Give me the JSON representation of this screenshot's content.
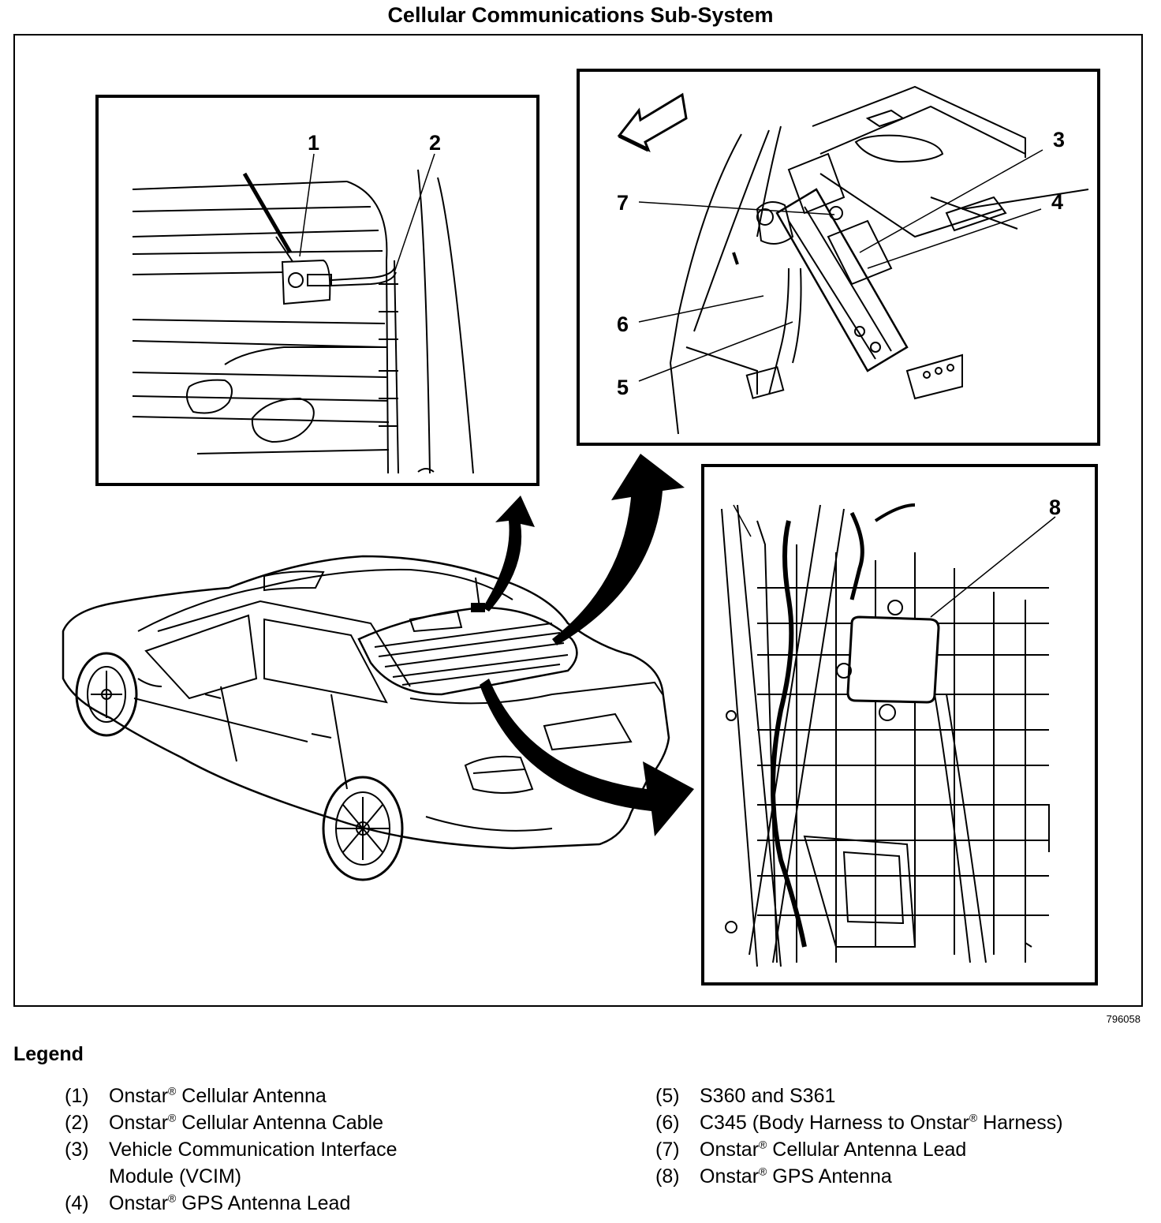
{
  "title": "Cellular Communications Sub-System",
  "figure_number": "796058",
  "callouts": [
    "1",
    "2",
    "3",
    "4",
    "5",
    "6",
    "7",
    "8"
  ],
  "legend": {
    "heading": "Legend",
    "items": [
      {
        "num": "(1)",
        "pre": "Onstar",
        "reg": "®",
        "post": " Cellular Antenna"
      },
      {
        "num": "(2)",
        "pre": "Onstar",
        "reg": "®",
        "post": " Cellular Antenna Cable"
      },
      {
        "num": "(3)",
        "pre": "Vehicle Communication Interface Module (VCIM)",
        "reg": "",
        "post": ""
      },
      {
        "num": "(4)",
        "pre": "Onstar",
        "reg": "®",
        "post": " GPS Antenna Lead"
      },
      {
        "num": "(5)",
        "pre": "S360 and S361",
        "reg": "",
        "post": ""
      },
      {
        "num": "(6)",
        "pre": "C345 (Body Harness to Onstar",
        "reg": "®",
        "post": " Harness)"
      },
      {
        "num": "(7)",
        "pre": "Onstar",
        "reg": "®",
        "post": " Cellular Antenna Lead"
      },
      {
        "num": "(8)",
        "pre": "Onstar",
        "reg": "®",
        "post": " GPS Antenna"
      }
    ]
  }
}
